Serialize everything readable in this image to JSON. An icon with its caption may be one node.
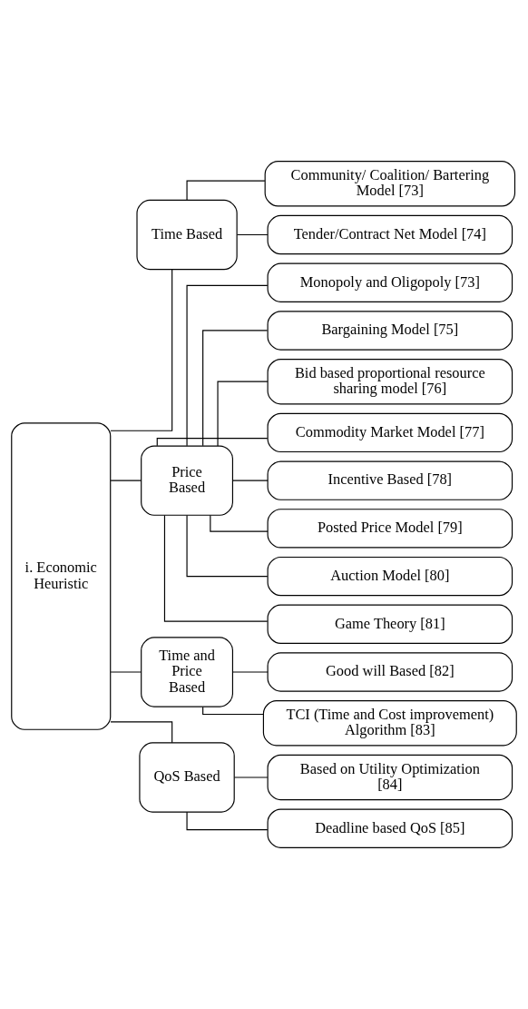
{
  "diagram": {
    "nodes": [
      {
        "text": [
          "i. Economic Heuristic"
        ]
      },
      {
        "text": [
          "Time Based"
        ]
      },
      {
        "text": [
          "Community/ Coalition/ Bartering Model [73]"
        ]
      },
      {
        "text": [
          "Tender/Contract Net Model [74]"
        ]
      },
      {
        "text": [
          "Price Based"
        ]
      },
      {
        "text": [
          "Monopoly and Oligopoly [73]"
        ]
      },
      {
        "text": [
          "Bargaining Model [75]"
        ]
      },
      {
        "text": [
          "Bid based proportional resource sharing model [76]"
        ]
      },
      {
        "text": [
          "Commodity Market Model [77]"
        ]
      },
      {
        "text": [
          "Incentive Based [78]"
        ]
      },
      {
        "text": [
          "Posted Price Model [79]"
        ]
      },
      {
        "text": [
          "Auction Model [80]"
        ]
      },
      {
        "text": [
          "Game Theory [81]"
        ]
      },
      {
        "text": [
          "Time and Price Based"
        ]
      },
      {
        "text": [
          "Good will Based [82]"
        ]
      },
      {
        "text": [
          "TCI (Time and Cost improvement) Algorithm [83]"
        ]
      },
      {
        "text": [
          "QoS Based"
        ]
      },
      {
        "text": [
          "Based on Utility Optimization [84]"
        ]
      },
      {
        "text": [
          "Deadline based QoS [85]"
        ]
      }
    ],
    "edges": [
      {
        "from": 0,
        "to": 1,
        "arrow": "none"
      },
      {
        "from": 1,
        "to": 2,
        "arrow": "none"
      },
      {
        "from": 1,
        "to": 3,
        "arrow": "none"
      },
      {
        "from": 0,
        "to": 4,
        "arrow": "none"
      },
      {
        "from": 4,
        "to": 5,
        "arrow": "none"
      },
      {
        "from": 4,
        "to": 6,
        "arrow": "none"
      },
      {
        "from": 4,
        "to": 7,
        "arrow": "none"
      },
      {
        "from": 4,
        "to": 8,
        "arrow": "none"
      },
      {
        "from": 4,
        "to": 9,
        "arrow": "none"
      },
      {
        "from": 4,
        "to": 10,
        "arrow": "none"
      },
      {
        "from": 4,
        "to": 11,
        "arrow": "none"
      },
      {
        "from": 4,
        "to": 12,
        "arrow": "none"
      },
      {
        "from": 0,
        "to": 13,
        "arrow": "none"
      },
      {
        "from": 13,
        "to": 14,
        "arrow": "none"
      },
      {
        "from": 13,
        "to": 15,
        "arrow": "none"
      },
      {
        "from": 0,
        "to": 16,
        "arrow": "none"
      },
      {
        "from": 16,
        "to": 17,
        "arrow": "none"
      },
      {
        "from": 16,
        "to": 18,
        "arrow": "none"
      }
    ]
  }
}
